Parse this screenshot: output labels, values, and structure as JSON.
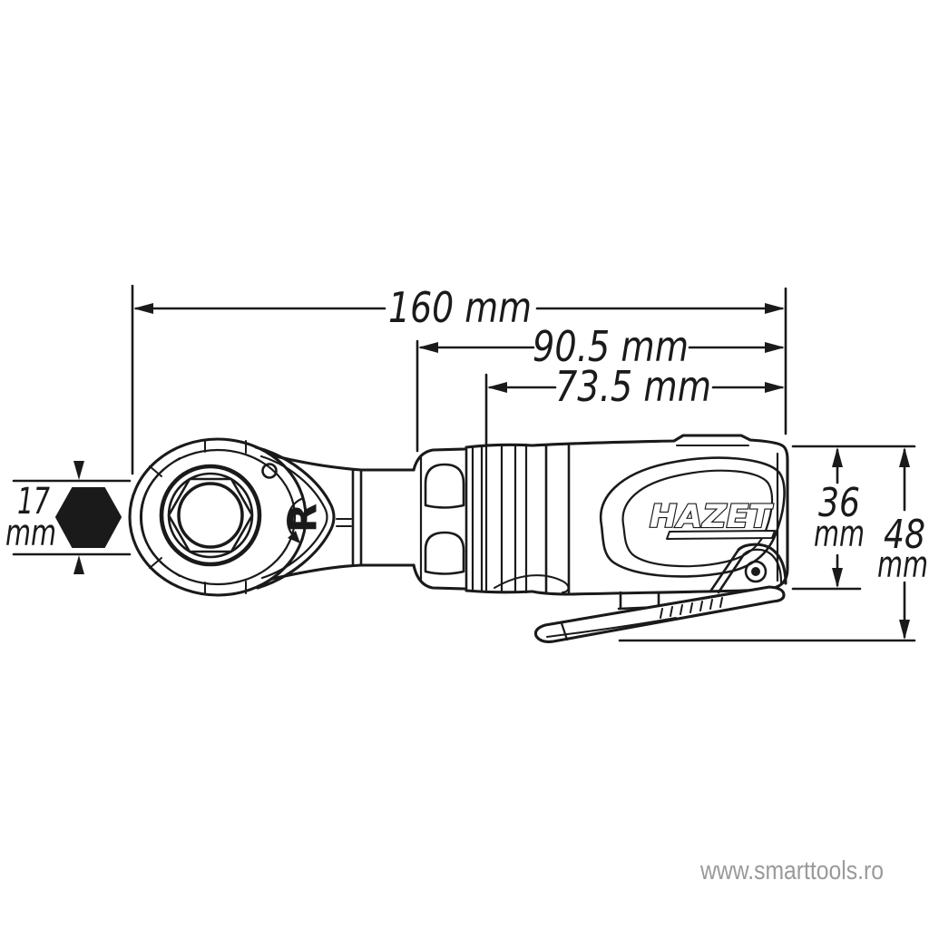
{
  "colors": {
    "background": "#ffffff",
    "line": "#1a1a1a",
    "hex_fill": "#1a1a1a",
    "watermark": "#9a9a9a"
  },
  "dimensions": {
    "length_overall": {
      "label": "160 mm"
    },
    "length_to_head": {
      "label": "90.5 mm"
    },
    "length_inner": {
      "label": "73.5 mm"
    },
    "hex_width": {
      "value": "17",
      "unit": "mm"
    },
    "body_height": {
      "value": "36",
      "unit": "mm"
    },
    "overall_height": {
      "value": "48",
      "unit": "mm"
    }
  },
  "tool": {
    "brand": "HAZET",
    "reverse_marking": "R"
  },
  "watermark": {
    "text": "www.smarttools.ro"
  }
}
